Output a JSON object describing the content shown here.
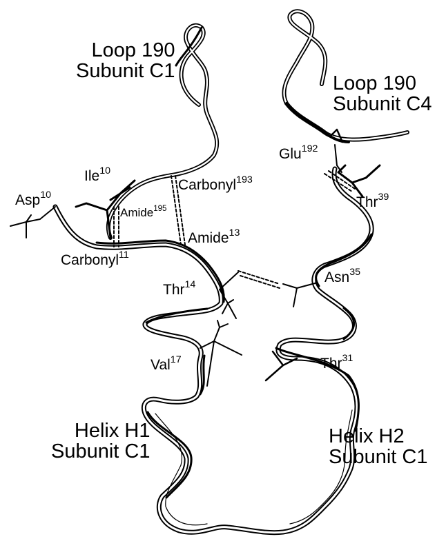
{
  "labels": {
    "loop_c1": {
      "line1": "Loop 190",
      "line2": "Subunit C1"
    },
    "loop_c4": {
      "line1": "Loop 190",
      "line2": "Subunit C4"
    },
    "helix_h1": {
      "line1": "Helix H1",
      "line2": "Subunit C1"
    },
    "helix_h2": {
      "line1": "Helix H2",
      "line2": "Subunit C1"
    },
    "glu": {
      "text": "Glu",
      "sup": "192"
    },
    "ile": {
      "text": "Ile",
      "sup": "10"
    },
    "carbonyl193": {
      "text": "Carbonyl",
      "sup": "193"
    },
    "asp": {
      "text": "Asp",
      "sup": "10"
    },
    "amide195": {
      "text": "Amide",
      "sup": "195"
    },
    "thr39": {
      "text": "Thr",
      "sup": "39"
    },
    "amide13": {
      "text": "Amide",
      "sup": "13"
    },
    "carbonyl11": {
      "text": "Carbonyl",
      "sup": "11"
    },
    "thr14": {
      "text": "Thr",
      "sup": "14"
    },
    "asn": {
      "text": "Asn",
      "sup": "35"
    },
    "val": {
      "text": "Val",
      "sup": "17"
    },
    "thr31": {
      "text": "Thr",
      "sup": "31"
    }
  }
}
